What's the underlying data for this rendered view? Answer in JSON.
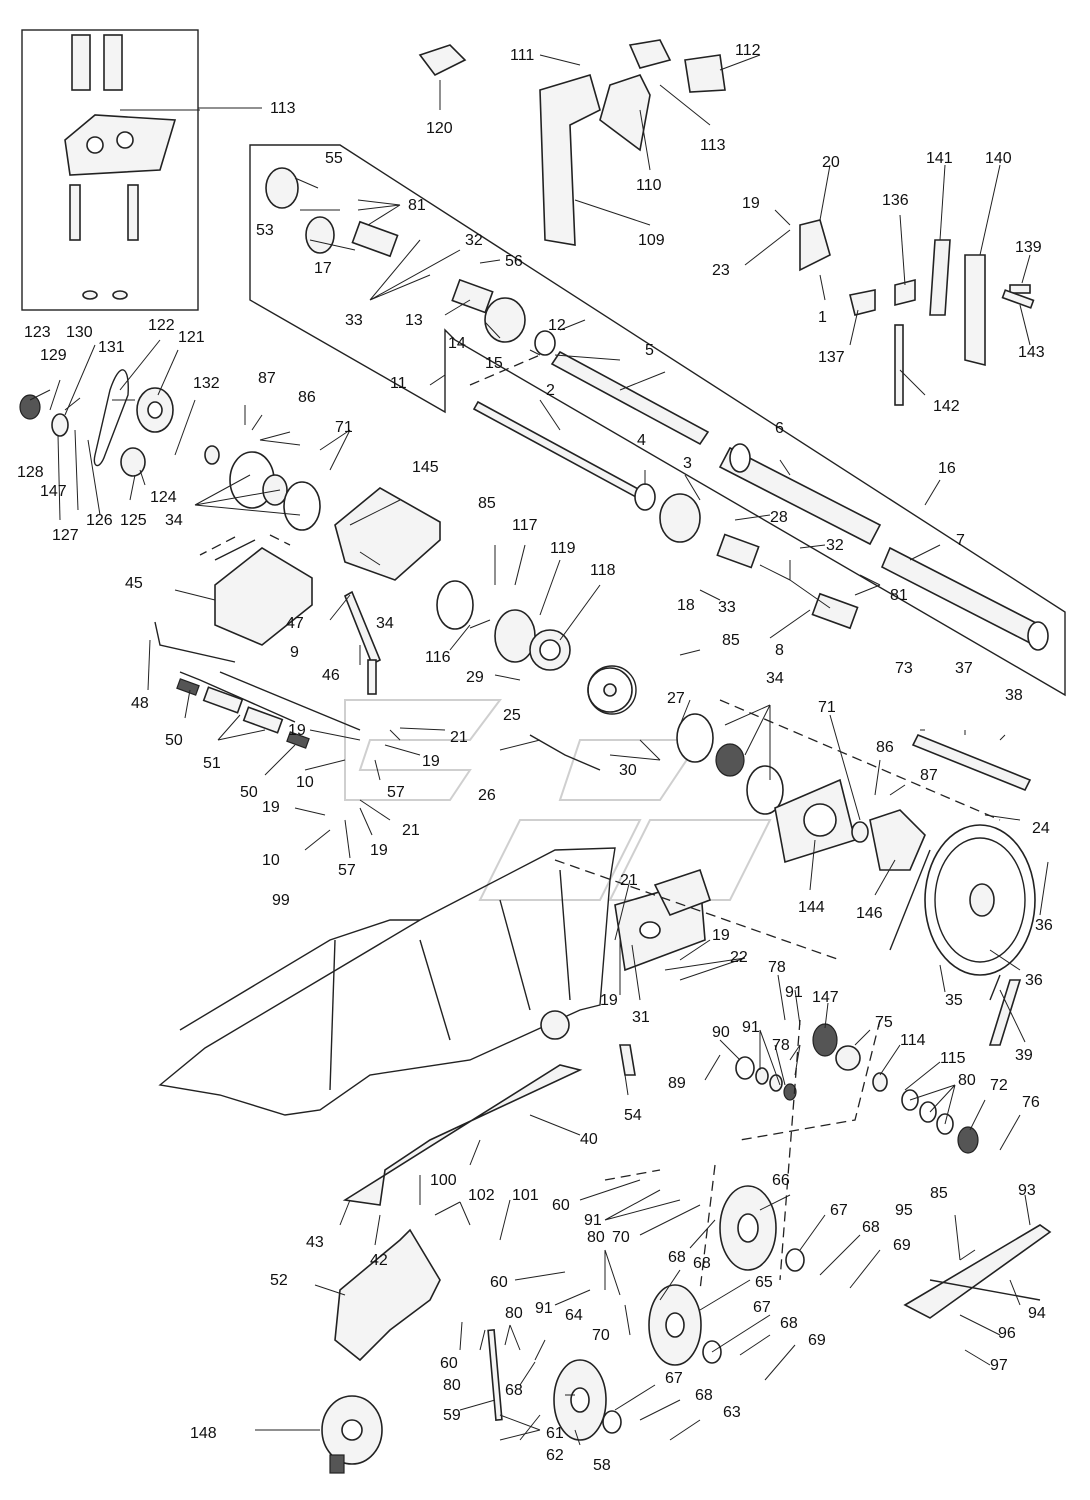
{
  "figure": {
    "description_free": true,
    "callouts": [
      {
        "id": "c1",
        "text": "1"
      },
      {
        "id": "c2",
        "text": "2"
      },
      {
        "id": "c3",
        "text": "3"
      },
      {
        "id": "c4",
        "text": "4"
      },
      {
        "id": "c5",
        "text": "5"
      },
      {
        "id": "c6",
        "text": "6"
      },
      {
        "id": "c7",
        "text": "7"
      },
      {
        "id": "c8",
        "text": "8"
      },
      {
        "id": "c9",
        "text": "9"
      },
      {
        "id": "c10a",
        "text": "10"
      },
      {
        "id": "c10b",
        "text": "10"
      },
      {
        "id": "c11",
        "text": "11"
      },
      {
        "id": "c12",
        "text": "12"
      },
      {
        "id": "c13",
        "text": "13"
      },
      {
        "id": "c14",
        "text": "14"
      },
      {
        "id": "c15",
        "text": "15"
      },
      {
        "id": "c16",
        "text": "16"
      },
      {
        "id": "c17",
        "text": "17"
      },
      {
        "id": "c18",
        "text": "18"
      },
      {
        "id": "c19a",
        "text": "19"
      },
      {
        "id": "c19b",
        "text": "19"
      },
      {
        "id": "c19c",
        "text": "19"
      },
      {
        "id": "c19d",
        "text": "19"
      },
      {
        "id": "c19e",
        "text": "19"
      },
      {
        "id": "c19f",
        "text": "19"
      },
      {
        "id": "c19g",
        "text": "19"
      },
      {
        "id": "c19h",
        "text": "19"
      },
      {
        "id": "c20",
        "text": "20"
      },
      {
        "id": "c21a",
        "text": "21"
      },
      {
        "id": "c21b",
        "text": "21"
      },
      {
        "id": "c21c",
        "text": "21"
      },
      {
        "id": "c22",
        "text": "22"
      },
      {
        "id": "c23",
        "text": "23"
      },
      {
        "id": "c24",
        "text": "24"
      },
      {
        "id": "c25",
        "text": "25"
      },
      {
        "id": "c26",
        "text": "26"
      },
      {
        "id": "c27",
        "text": "27"
      },
      {
        "id": "c28",
        "text": "28"
      },
      {
        "id": "c29",
        "text": "29"
      },
      {
        "id": "c30",
        "text": "30"
      },
      {
        "id": "c31",
        "text": "31"
      },
      {
        "id": "c32a",
        "text": "32"
      },
      {
        "id": "c32b",
        "text": "32"
      },
      {
        "id": "c33a",
        "text": "33"
      },
      {
        "id": "c33b",
        "text": "33"
      },
      {
        "id": "c34a",
        "text": "34"
      },
      {
        "id": "c34b",
        "text": "34"
      },
      {
        "id": "c34c",
        "text": "34"
      },
      {
        "id": "c35",
        "text": "35"
      },
      {
        "id": "c36a",
        "text": "36"
      },
      {
        "id": "c36b",
        "text": "36"
      },
      {
        "id": "c37",
        "text": "37"
      },
      {
        "id": "c38",
        "text": "38"
      },
      {
        "id": "c39",
        "text": "39"
      },
      {
        "id": "c40",
        "text": "40"
      },
      {
        "id": "c42",
        "text": "42"
      },
      {
        "id": "c43",
        "text": "43"
      },
      {
        "id": "c45",
        "text": "45"
      },
      {
        "id": "c46",
        "text": "46"
      },
      {
        "id": "c47",
        "text": "47"
      },
      {
        "id": "c48",
        "text": "48"
      },
      {
        "id": "c50a",
        "text": "50"
      },
      {
        "id": "c50b",
        "text": "50"
      },
      {
        "id": "c51",
        "text": "51"
      },
      {
        "id": "c52",
        "text": "52"
      },
      {
        "id": "c53",
        "text": "53"
      },
      {
        "id": "c54",
        "text": "54"
      },
      {
        "id": "c55",
        "text": "55"
      },
      {
        "id": "c56",
        "text": "56"
      },
      {
        "id": "c57a",
        "text": "57"
      },
      {
        "id": "c57b",
        "text": "57"
      },
      {
        "id": "c58",
        "text": "58"
      },
      {
        "id": "c59",
        "text": "59"
      },
      {
        "id": "c60a",
        "text": "60"
      },
      {
        "id": "c60b",
        "text": "60"
      },
      {
        "id": "c60c",
        "text": "60"
      },
      {
        "id": "c61",
        "text": "61"
      },
      {
        "id": "c62",
        "text": "62"
      },
      {
        "id": "c63",
        "text": "63"
      },
      {
        "id": "c64",
        "text": "64"
      },
      {
        "id": "c65",
        "text": "65"
      },
      {
        "id": "c66",
        "text": "66"
      },
      {
        "id": "c67a",
        "text": "67"
      },
      {
        "id": "c67b",
        "text": "67"
      },
      {
        "id": "c67c",
        "text": "67"
      },
      {
        "id": "c68a",
        "text": "68"
      },
      {
        "id": "c68b",
        "text": "68"
      },
      {
        "id": "c68c",
        "text": "68"
      },
      {
        "id": "c68d",
        "text": "68"
      },
      {
        "id": "c68e",
        "text": "68"
      },
      {
        "id": "c69a",
        "text": "69"
      },
      {
        "id": "c69b",
        "text": "69"
      },
      {
        "id": "c70a",
        "text": "70"
      },
      {
        "id": "c70b",
        "text": "70"
      },
      {
        "id": "c71a",
        "text": "71"
      },
      {
        "id": "c71b",
        "text": "71"
      },
      {
        "id": "c72",
        "text": "72"
      },
      {
        "id": "c73",
        "text": "73"
      },
      {
        "id": "c75",
        "text": "75"
      },
      {
        "id": "c76",
        "text": "76"
      },
      {
        "id": "c78a",
        "text": "78"
      },
      {
        "id": "c78b",
        "text": "78"
      },
      {
        "id": "c80a",
        "text": "80"
      },
      {
        "id": "c80b",
        "text": "80"
      },
      {
        "id": "c80c",
        "text": "80"
      },
      {
        "id": "c80d",
        "text": "80"
      },
      {
        "id": "c81a",
        "text": "81"
      },
      {
        "id": "c81b",
        "text": "81"
      },
      {
        "id": "c85a",
        "text": "85"
      },
      {
        "id": "c85b",
        "text": "85"
      },
      {
        "id": "c85c",
        "text": "85"
      },
      {
        "id": "c86a",
        "text": "86"
      },
      {
        "id": "c86b",
        "text": "86"
      },
      {
        "id": "c87a",
        "text": "87"
      },
      {
        "id": "c87b",
        "text": "87"
      },
      {
        "id": "c89",
        "text": "89"
      },
      {
        "id": "c90",
        "text": "90"
      },
      {
        "id": "c91a",
        "text": "91"
      },
      {
        "id": "c91b",
        "text": "91"
      },
      {
        "id": "c91c",
        "text": "91"
      },
      {
        "id": "c91d",
        "text": "91"
      },
      {
        "id": "c93",
        "text": "93"
      },
      {
        "id": "c94",
        "text": "94"
      },
      {
        "id": "c95",
        "text": "95"
      },
      {
        "id": "c96",
        "text": "96"
      },
      {
        "id": "c97",
        "text": "97"
      },
      {
        "id": "c99",
        "text": "99"
      },
      {
        "id": "c100",
        "text": "100"
      },
      {
        "id": "c101",
        "text": "101"
      },
      {
        "id": "c102",
        "text": "102"
      },
      {
        "id": "c109",
        "text": "109"
      },
      {
        "id": "c110",
        "text": "110"
      },
      {
        "id": "c111",
        "text": "111"
      },
      {
        "id": "c112",
        "text": "112"
      },
      {
        "id": "c113a",
        "text": "113"
      },
      {
        "id": "c113b",
        "text": "113"
      },
      {
        "id": "c114",
        "text": "114"
      },
      {
        "id": "c115",
        "text": "115"
      },
      {
        "id": "c116",
        "text": "116"
      },
      {
        "id": "c117",
        "text": "117"
      },
      {
        "id": "c118",
        "text": "118"
      },
      {
        "id": "c119",
        "text": "119"
      },
      {
        "id": "c120",
        "text": "120"
      },
      {
        "id": "c121",
        "text": "121"
      },
      {
        "id": "c122",
        "text": "122"
      },
      {
        "id": "c123",
        "text": "123"
      },
      {
        "id": "c124",
        "text": "124"
      },
      {
        "id": "c125",
        "text": "125"
      },
      {
        "id": "c126",
        "text": "126"
      },
      {
        "id": "c127",
        "text": "127"
      },
      {
        "id": "c128",
        "text": "128"
      },
      {
        "id": "c129",
        "text": "129"
      },
      {
        "id": "c130",
        "text": "130"
      },
      {
        "id": "c131",
        "text": "131"
      },
      {
        "id": "c132",
        "text": "132"
      },
      {
        "id": "c136",
        "text": "136"
      },
      {
        "id": "c137",
        "text": "137"
      },
      {
        "id": "c139",
        "text": "139"
      },
      {
        "id": "c140",
        "text": "140"
      },
      {
        "id": "c141",
        "text": "141"
      },
      {
        "id": "c142",
        "text": "142"
      },
      {
        "id": "c143",
        "text": "143"
      },
      {
        "id": "c144",
        "text": "144"
      },
      {
        "id": "c145",
        "text": "145"
      },
      {
        "id": "c146",
        "text": "146"
      },
      {
        "id": "c147a",
        "text": "147"
      },
      {
        "id": "c147b",
        "text": "147"
      },
      {
        "id": "c148",
        "text": "148"
      }
    ]
  },
  "colors": {
    "line": "#222222",
    "fill": "#f4f4f4",
    "background": "#ffffff"
  }
}
